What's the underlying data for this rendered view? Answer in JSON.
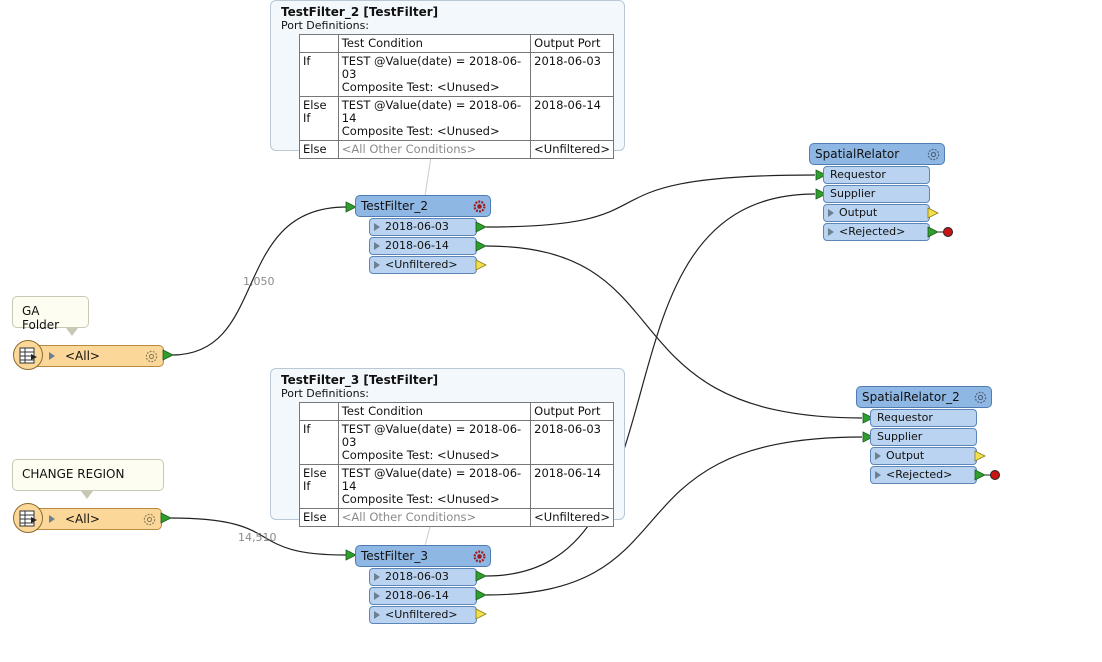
{
  "annotations": [
    {
      "title": "TestFilter_2 [TestFilter]",
      "subtitle": "Port Definitions:",
      "header": [
        "",
        "Test Condition",
        "Output Port"
      ],
      "rows": [
        {
          "kind": "If",
          "cond1": "TEST @Value(date) = 2018-06-03",
          "cond2": "Composite Test: <Unused>",
          "port": "2018-06-03"
        },
        {
          "kind": "Else If",
          "cond1": "TEST @Value(date) = 2018-06-14",
          "cond2": "Composite Test: <Unused>",
          "port": "2018-06-14"
        },
        {
          "kind": "Else",
          "cond1": "<All Other Conditions>",
          "cond2": "",
          "port": "<Unfiltered>"
        }
      ]
    },
    {
      "title": "TestFilter_3 [TestFilter]",
      "subtitle": "Port Definitions:",
      "header": [
        "",
        "Test Condition",
        "Output Port"
      ],
      "rows": [
        {
          "kind": "If",
          "cond1": "TEST @Value(date) = 2018-06-03",
          "cond2": "Composite Test: <Unused>",
          "port": "2018-06-03"
        },
        {
          "kind": "Else If",
          "cond1": "TEST @Value(date) = 2018-06-14",
          "cond2": "Composite Test: <Unused>",
          "port": "2018-06-14"
        },
        {
          "kind": "Else",
          "cond1": "<All Other Conditions>",
          "cond2": "",
          "port": "<Unfiltered>"
        }
      ]
    }
  ],
  "bubbles": [
    {
      "text": "GA Folder"
    },
    {
      "text": "CHANGE REGION"
    }
  ],
  "readers": [
    {
      "label": "<All>",
      "feature_count": "1,050"
    },
    {
      "label": "<All>",
      "feature_count": "14,510"
    }
  ],
  "testfilters": [
    {
      "name": "TestFilter_2",
      "ports": [
        "2018-06-03",
        "2018-06-14",
        "<Unfiltered>"
      ]
    },
    {
      "name": "TestFilter_3",
      "ports": [
        "2018-06-03",
        "2018-06-14",
        "<Unfiltered>"
      ]
    }
  ],
  "relators": [
    {
      "name": "SpatialRelator",
      "inputs": [
        "Requestor",
        "Supplier"
      ],
      "outputs": [
        "Output",
        "<Rejected>"
      ]
    },
    {
      "name": "SpatialRelator_2",
      "inputs": [
        "Requestor",
        "Supplier"
      ],
      "outputs": [
        "Output",
        "<Rejected>"
      ]
    }
  ],
  "colors": {
    "reader_fill": "#fbd79a",
    "transformer_fill": "#8fb7e4",
    "port_fill": "#b9d3f0",
    "connected_port": "#2f9e2f",
    "unconnected_port": "#f0e050",
    "rejected_dot": "#c81414",
    "annotation_fill": "#f2f8fc"
  }
}
